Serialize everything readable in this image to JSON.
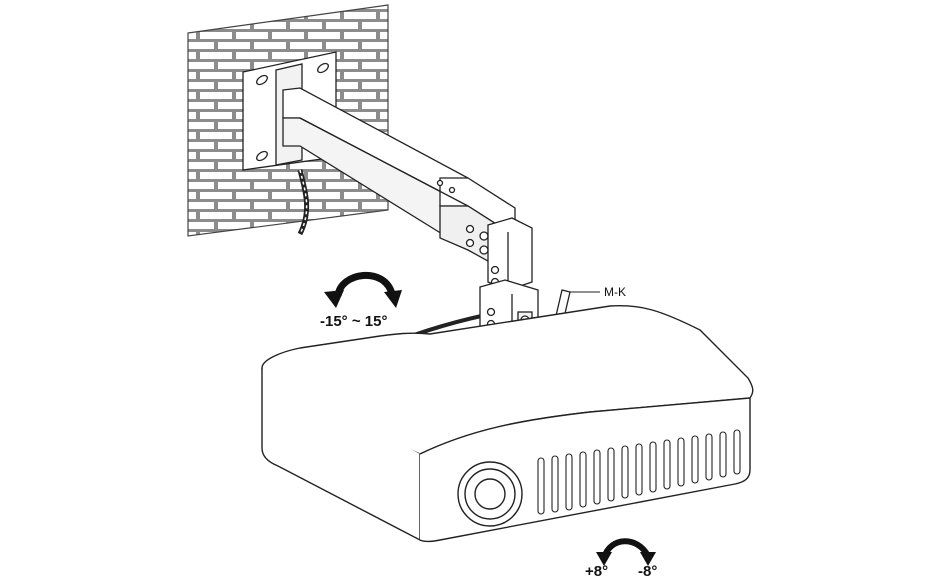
{
  "labels": {
    "rotation_range": "-15° ~ 15°",
    "tool_label": "M-K",
    "tilt_plus": "+8°",
    "tilt_minus": "-8°"
  },
  "colors": {
    "line": "#222222",
    "brick_wall": "#8c8c8c",
    "mortar": "#ffffff",
    "bracket_fill": "#ffffff"
  }
}
